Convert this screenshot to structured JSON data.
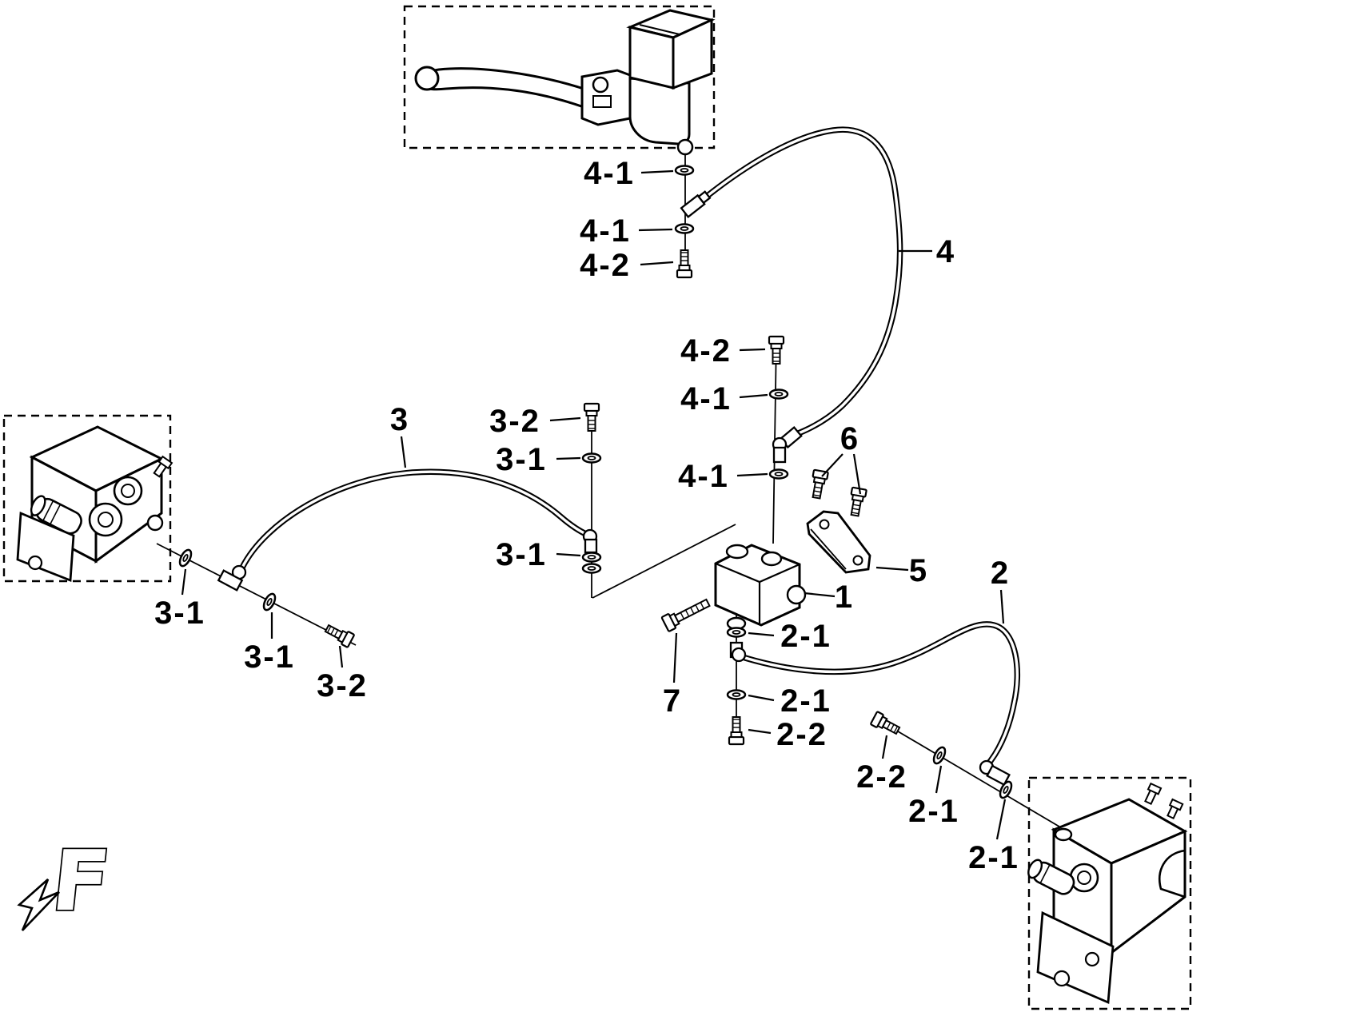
{
  "page": {
    "background_color": "#ffffff",
    "line_color": "#000000",
    "kind": "exploded-parts-diagram",
    "subject": "brake hose and master cylinder system"
  },
  "logo": {
    "letter": "F"
  },
  "components": {
    "master_cylinder": "brake-master-cylinder-assembly",
    "front_caliper": "front-brake-caliper",
    "rear_caliper": "rear-brake-caliper",
    "junction_valve": "brake-line-junction-valve",
    "bracket": "valve-mounting-bracket",
    "hose_front": "front-brake-hose",
    "hose_upper": "upper-brake-hose",
    "hose_rear": "rear-brake-hose"
  },
  "labels": [
    {
      "text": "4-1"
    },
    {
      "text": "4-1"
    },
    {
      "text": "4-2"
    },
    {
      "text": "4"
    },
    {
      "text": "4-2"
    },
    {
      "text": "4-1"
    },
    {
      "text": "6"
    },
    {
      "text": "3"
    },
    {
      "text": "3-2"
    },
    {
      "text": "3-1"
    },
    {
      "text": "4-1"
    },
    {
      "text": "3-1"
    },
    {
      "text": "5"
    },
    {
      "text": "1"
    },
    {
      "text": "2"
    },
    {
      "text": "3-1"
    },
    {
      "text": "2-1"
    },
    {
      "text": "3-1"
    },
    {
      "text": "2-1"
    },
    {
      "text": "3-2"
    },
    {
      "text": "7"
    },
    {
      "text": "2-2"
    },
    {
      "text": "2-2"
    },
    {
      "text": "2-1"
    },
    {
      "text": "2-1"
    }
  ]
}
